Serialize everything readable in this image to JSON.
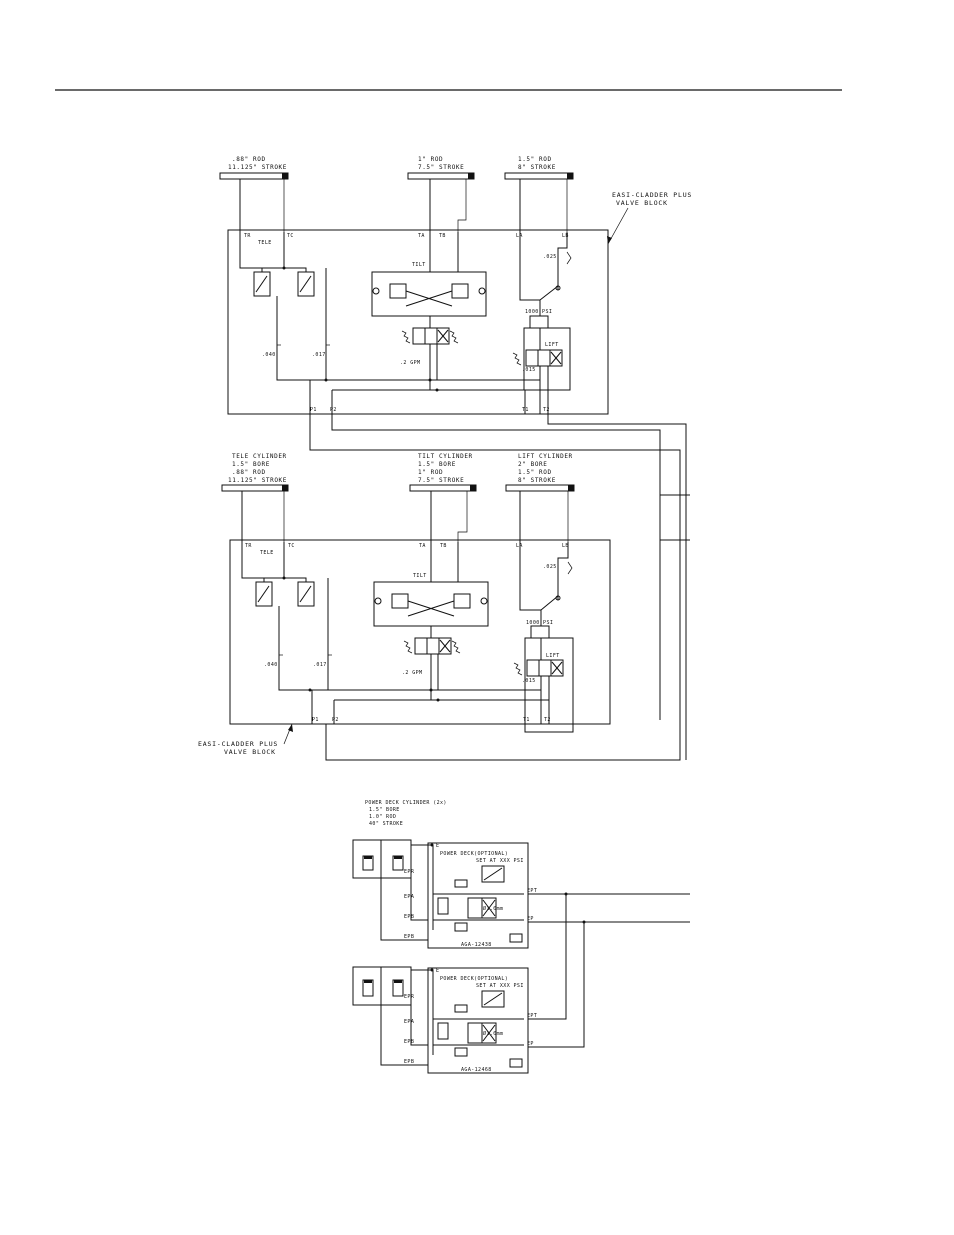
{
  "cylinders": {
    "upper_tele": [
      ".88\" ROD",
      "11.125\" STROKE"
    ],
    "upper_tilt": [
      "1\" ROD",
      "7.5\" STROKE"
    ],
    "upper_lift": [
      "1.5\" ROD",
      "8\" STROKE"
    ],
    "lower_tele": [
      "TELE CYLINDER",
      "1.5\" BORE",
      ".88\" ROD",
      "11.125\" STROKE"
    ],
    "lower_tilt": [
      "TILT CYLINDER",
      "1.5\" BORE",
      "1\" ROD",
      "7.5\" STROKE"
    ],
    "lower_lift": [
      "LIFT CYLINDER",
      "2\" BORE",
      "1.5\" ROD",
      "8\" STROKE"
    ]
  },
  "valve_block_callout": [
    "EASI-CLADDER PLUS",
    "VALVE BLOCK"
  ],
  "valve_block": {
    "ports": {
      "tr": "TR",
      "tc": "TC",
      "ta": "TA",
      "tb": "TB",
      "la": "LA",
      "lb": "LB",
      "p1": "P1",
      "p2": "P2",
      "t1": "T1",
      "t2": "T2"
    },
    "tele_label": "TELE",
    "tilt_label": "TILT",
    "lift_label": "LIFT",
    "relief_label": "1000 PSI",
    "orifice_tele_1": ".040",
    "orifice_tele_2": ".017",
    "orifice_lift": ".025",
    "orifice_lift_2": ".015",
    "flow_label": ".2 GPM"
  },
  "power_deck": {
    "cylinder_label": [
      "POWER DECK CYLINDER (2x)",
      "1.5\" BORE",
      "1.0\" ROD",
      "40\" STROKE"
    ],
    "title": "POWER DECK(OPTIONAL)",
    "set_label": "SET AT XXX PSI",
    "orifice": "Ø1.0mm",
    "ports": {
      "epr": "EPR",
      "epa": "EPA",
      "epb": "EPB",
      "ept": "EPT",
      "ep": "EP",
      "e": "E"
    },
    "part_top": "AGA-12438",
    "part_bottom": "AGA-12468"
  }
}
